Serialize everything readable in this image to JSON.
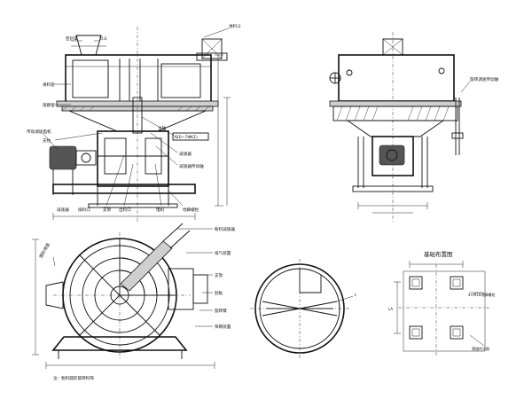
{
  "labels": {
    "top_hopper": "进料斗",
    "top_left_1": "密封罩",
    "top_left_2": "料斗",
    "left_a": "滑料管",
    "left_b": "观察窗",
    "left_c": "传动调速电机",
    "left_d": "支柱",
    "left_e": "减速器",
    "left_f": "排料口",
    "bottom_1": "地脚螺栓",
    "bottom_2": "出料口",
    "bottom_3": "支架",
    "bottom_4": "电机",
    "mid_1": "主轴",
    "mid_2": "减速器",
    "mid_3": "减速器传动轴",
    "dim_box": "(20~7ΦKΣ)",
    "right_note": "旋转调速传动轴",
    "plan_1": "粉料减速器",
    "plan_2": "排气装置",
    "plan_3": "支架",
    "plan_4": "刮板",
    "plan_5": "旋转臂",
    "plan_6": "筛网装置",
    "plan_left": "圆形筛面",
    "plan_bottom_note": "注：粉料圆形旋转料筛",
    "found_title": "基础布置图",
    "found_dim": "4×M16地脚螺栓",
    "found_dim2": "预埋件详图",
    "found_left": "LA"
  }
}
